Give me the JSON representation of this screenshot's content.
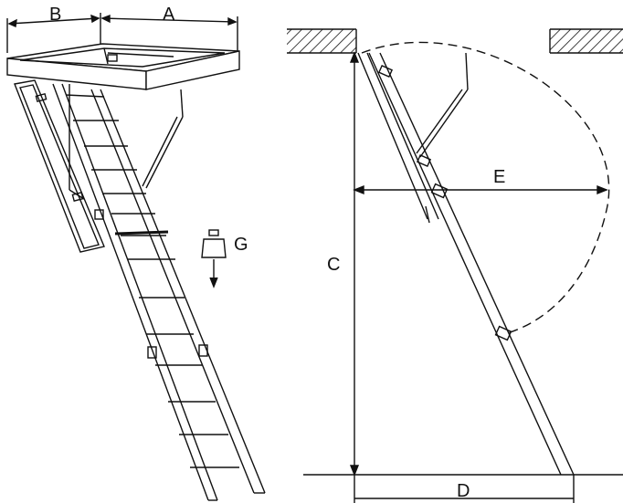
{
  "labels": {
    "a": "A",
    "b": "B",
    "c": "C",
    "d": "D",
    "e": "E",
    "g": "G"
  },
  "icons": {
    "weight": "weight-icon",
    "load_arrow": "arrow-down-icon"
  },
  "colors": {
    "line": "#111111",
    "background": "#ffffff"
  }
}
